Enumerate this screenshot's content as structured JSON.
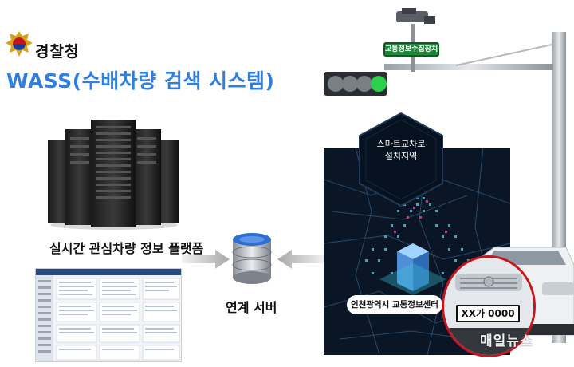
{
  "header": {
    "agency": "경찰청",
    "system_title": "WASS(수배차량 검색 시스템)"
  },
  "left": {
    "platform_label": "실시간 관심차량 정보 플랫폼"
  },
  "center": {
    "server_label": "연계 서버"
  },
  "right": {
    "device_tag": "교통정보수집장치",
    "smart_area_line1": "스마트교차로",
    "smart_area_line2": "설치지역",
    "center_label": "인천광역시 교통정보센터",
    "plate_text": "XX가 0000"
  },
  "watermark": "매일뉴스",
  "colors": {
    "title_blue": "#2f7fe0",
    "device_green": "#1f8a3a",
    "map_dark": "#0a1626",
    "plate_ring": "#c4161c"
  }
}
